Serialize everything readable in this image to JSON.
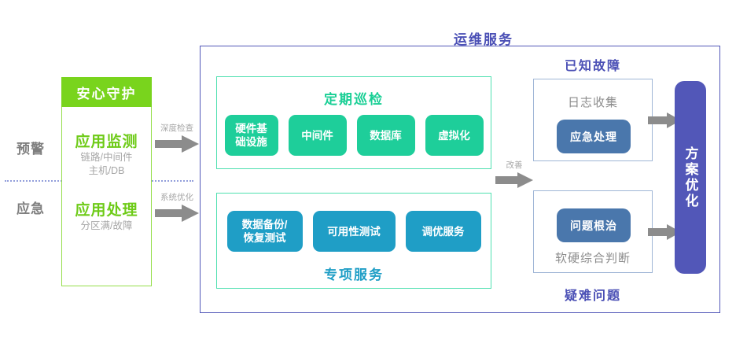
{
  "diagram": {
    "title": "运维服务",
    "phases": [
      {
        "id": "warning",
        "label": "预警"
      },
      {
        "id": "emergency",
        "label": "应急"
      }
    ],
    "left_column": {
      "header": "安心守护",
      "blocks": [
        {
          "title": "应用监测",
          "sub_line1": "链路/中间件",
          "sub_line2": "主机/DB"
        },
        {
          "title": "应用处理",
          "sub_line1": "分区满/故障",
          "sub_line2": ""
        }
      ]
    },
    "connectors": [
      {
        "id": "deep-check",
        "label": "深度检查"
      },
      {
        "id": "system-optimize",
        "label": "系统优化"
      },
      {
        "id": "improve",
        "label": "改善"
      }
    ],
    "panels": [
      {
        "id": "routine-inspection",
        "title": "定期巡检",
        "title_position": "top",
        "chip_style": "teal",
        "chips": [
          {
            "line1": "硬件基",
            "line2": "础设施"
          },
          {
            "line1": "中间件",
            "line2": ""
          },
          {
            "line1": "数据库",
            "line2": ""
          },
          {
            "line1": "虚拟化",
            "line2": ""
          }
        ]
      },
      {
        "id": "special-service",
        "title": "专项服务",
        "title_position": "bottom",
        "chip_style": "blue",
        "chips": [
          {
            "line1": "数据备份/",
            "line2": "恢复测试"
          },
          {
            "line1": "可用性测试",
            "line2": ""
          },
          {
            "line1": "调优服务",
            "line2": ""
          }
        ]
      }
    ],
    "right_boxes": [
      {
        "id": "known-fault",
        "heading": "已知故障",
        "heading_position": "top",
        "muted_text": "日志收集",
        "muted_position": "top",
        "pill": "应急处理"
      },
      {
        "id": "difficult-problem",
        "heading": "疑难问题",
        "heading_position": "bottom",
        "muted_text": "软硬综合判断",
        "muted_position": "bottom",
        "pill": "问题根治"
      }
    ],
    "outcome": {
      "label": "方案优化"
    },
    "colors": {
      "green": "#79d41c",
      "green_text": "#6ecb18",
      "teal": "#1ece9a",
      "teal_border": "#4fe0b0",
      "blue": "#1f9ec6",
      "purple": "#5257b8",
      "steel_blue": "#4a77ac",
      "arrow_gray": "#8c8c8c",
      "muted_gray": "#a6a6a6"
    }
  }
}
